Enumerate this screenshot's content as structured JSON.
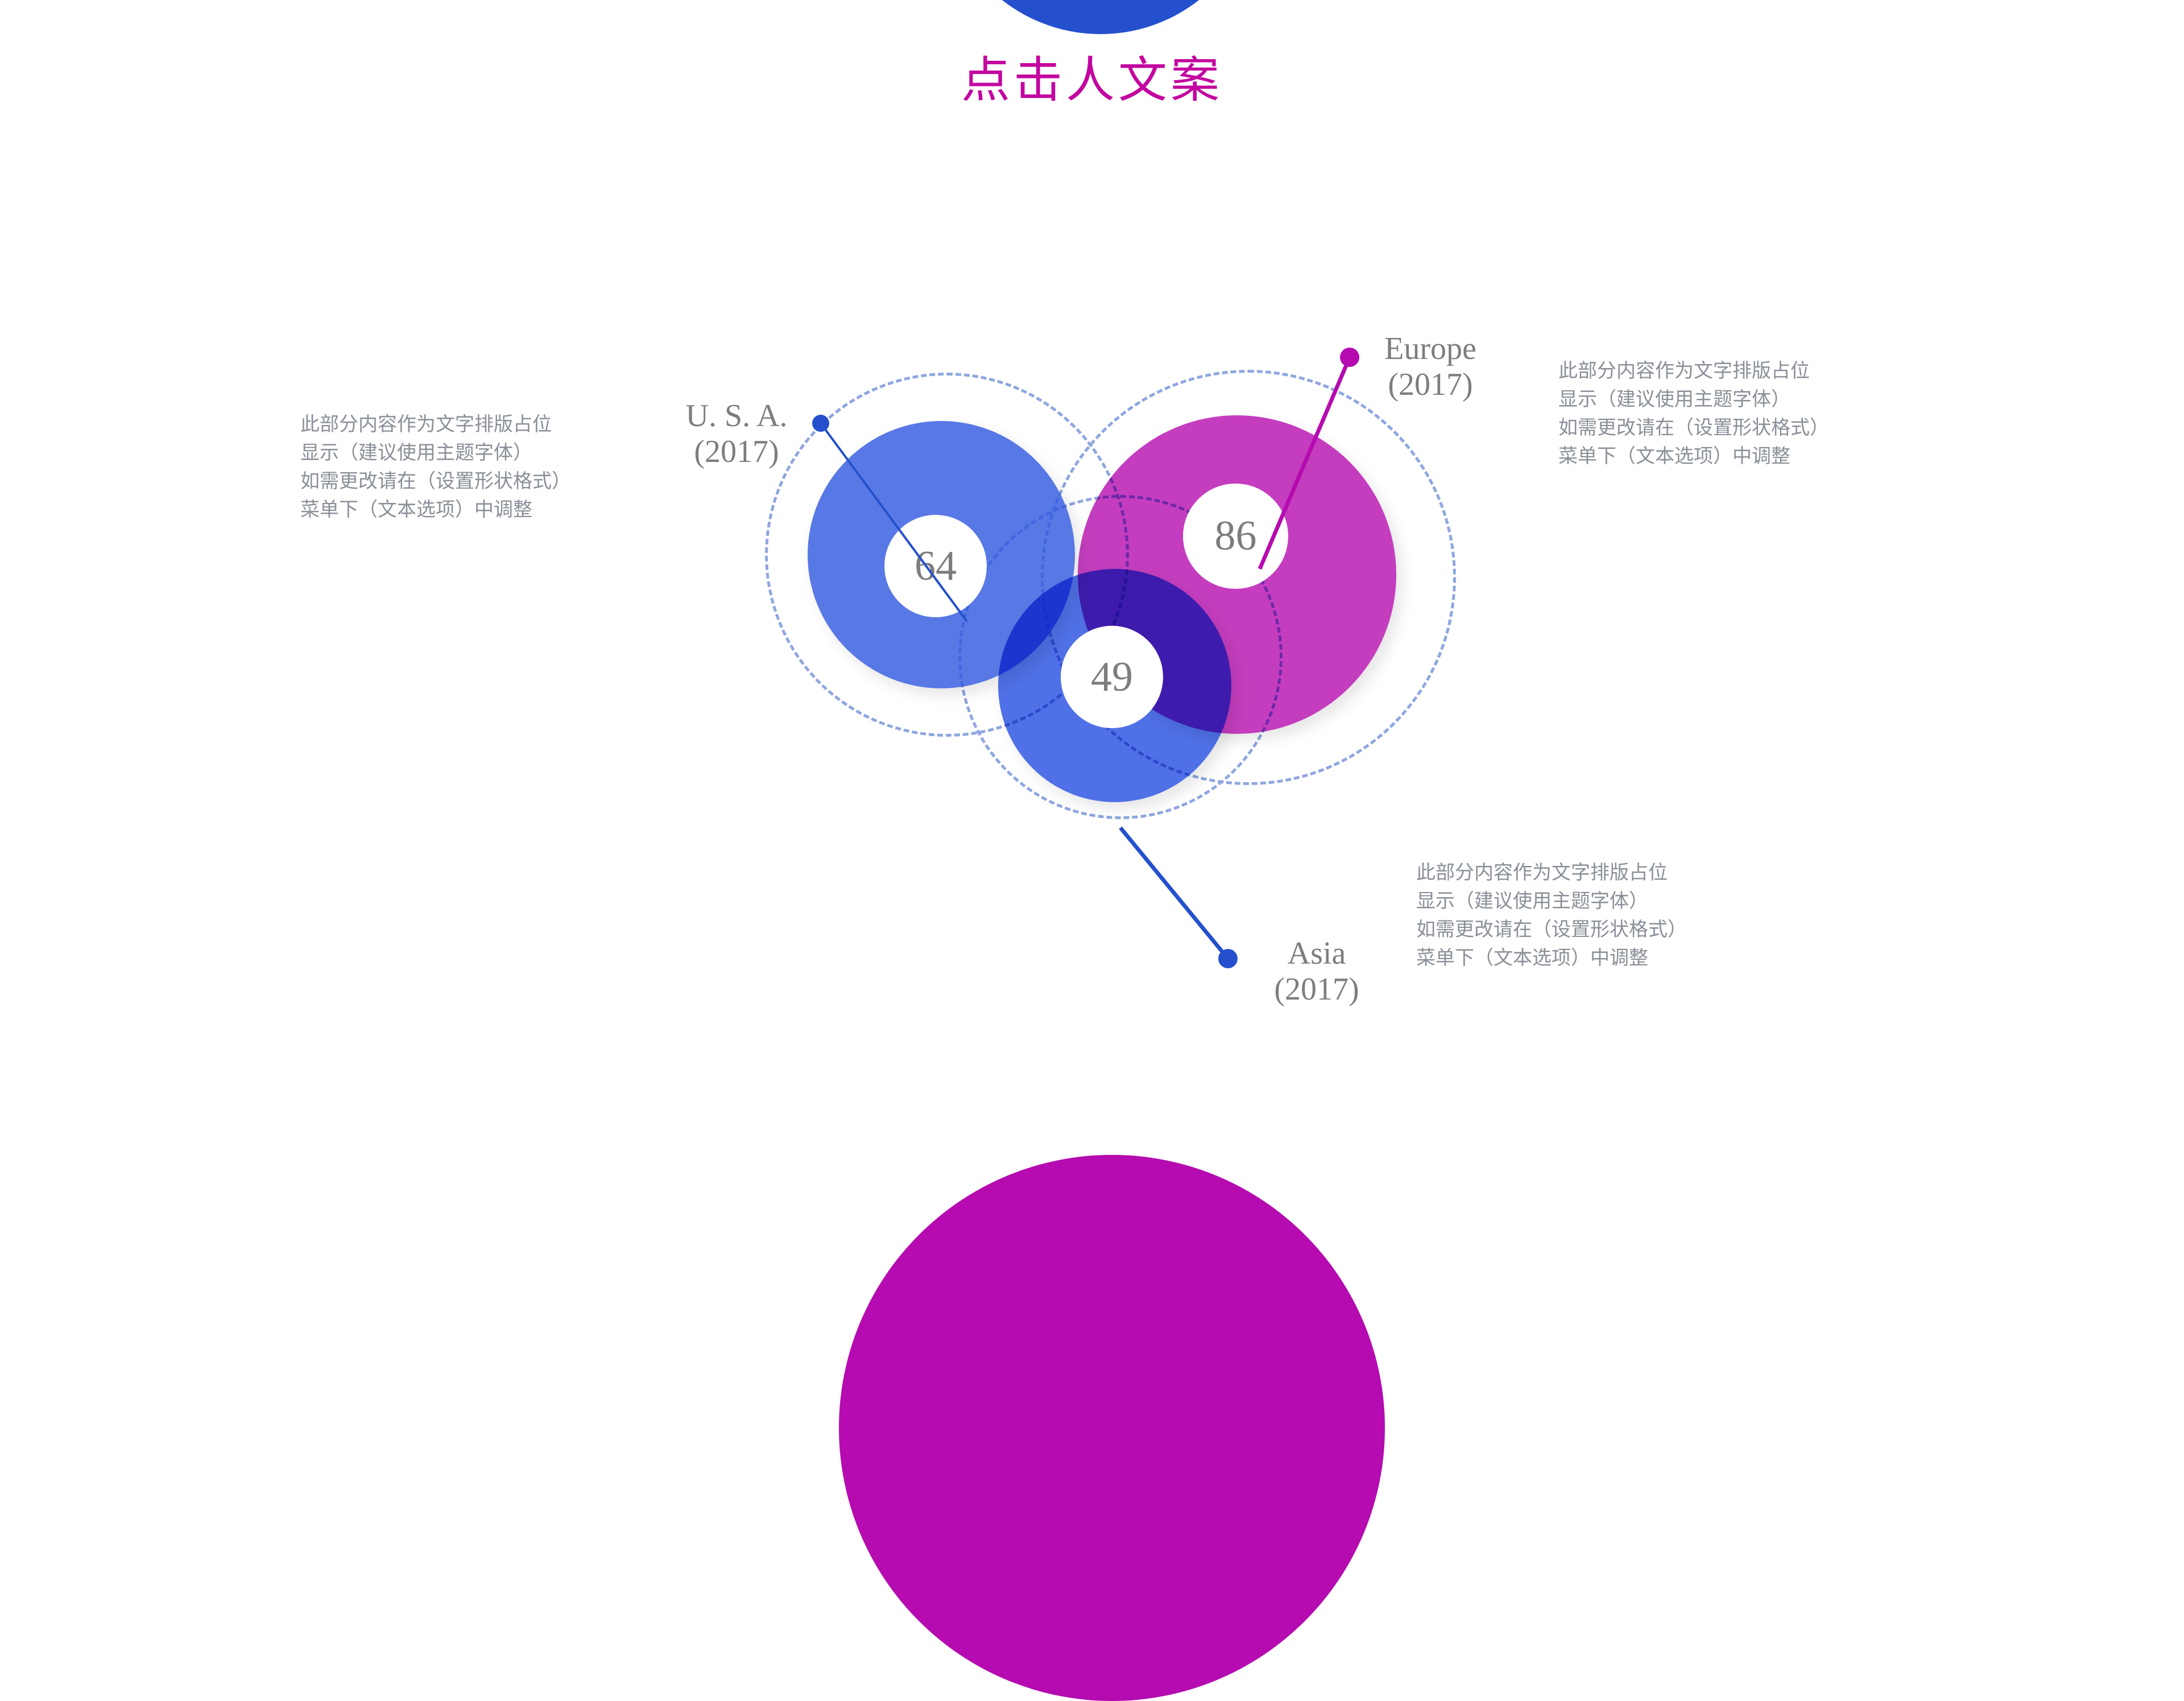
{
  "page": {
    "title": "点击人文案",
    "background_color": "#ffffff"
  },
  "theme": {
    "title_color": "#c3049f",
    "blue": "#2450cd",
    "magenta": "#b50bb0",
    "dashed_ring_color": "#8fa6e0",
    "number_color": "#7d7d7d",
    "body_text_color": "#8a8f98",
    "label_color": "#7d7d7d"
  },
  "decorations": {
    "top_circle": "blue-circle-decoration",
    "bottom_circle": "magenta-circle-decoration"
  },
  "regions": [
    {
      "id": "usa",
      "name": "U. S. A.",
      "year": "(2017)",
      "value": "64",
      "color": "#2450cd",
      "dot": "blue"
    },
    {
      "id": "europe",
      "name": "Europe",
      "year": "(2017)",
      "value": "86",
      "color": "#b50bb0",
      "dot": "magenta"
    },
    {
      "id": "asia",
      "name": "Asia",
      "year": "(2017)",
      "value": "49",
      "color": "#2450cd",
      "dot": "blue"
    }
  ],
  "paragraphs": {
    "left": "此部分内容作为文字排版占位\n显示（建议使用主题字体）\n如需更改请在（设置形状格式）\n菜单下（文本选项）中调整",
    "right": "此部分内容作为文字排版占位\n显示（建议使用主题字体）\n如需更改请在（设置形状格式）\n菜单下（文本选项）中调整",
    "bottom": "此部分内容作为文字排版占位\n显示（建议使用主题字体）\n如需更改请在（设置形状格式）\n菜单下（文本选项）中调整"
  },
  "chart_data": {
    "type": "venn",
    "title": "点击人文案",
    "categories": [
      "U. S. A. (2017)",
      "Europe (2017)",
      "Asia (2017)"
    ],
    "values": [
      64,
      86,
      49
    ],
    "series": [
      {
        "name": "2017",
        "values": [
          64,
          86,
          49
        ]
      }
    ],
    "colors": [
      "#2450cd",
      "#b50bb0",
      "#2450cd"
    ],
    "legend_position": "callout-labels",
    "grid": false,
    "annotations": [
      "此部分内容作为文字排版占位显示（建议使用主题字体）如需更改请在（设置形状格式）菜单下（文本选项）中调整"
    ]
  }
}
